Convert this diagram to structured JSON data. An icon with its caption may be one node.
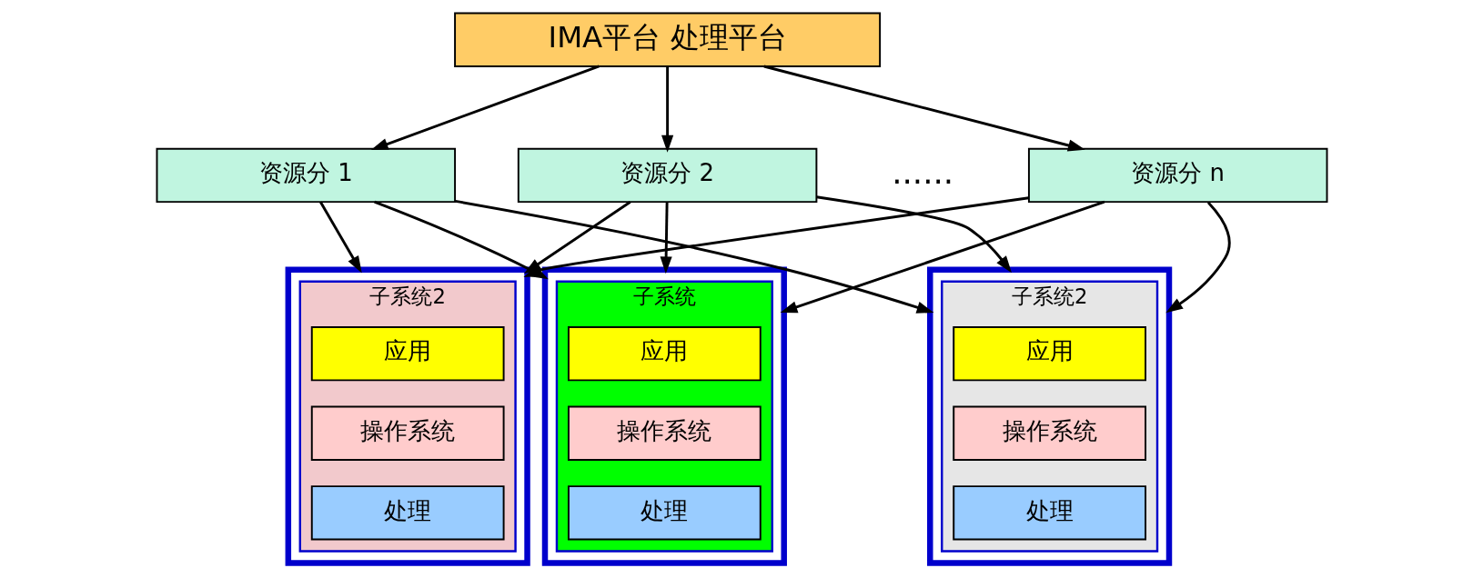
{
  "diagram": {
    "nodes": [
      {
        "text": [
          "IMA平台 处理平台"
        ]
      },
      {
        "text": [
          "资源分 1"
        ]
      },
      {
        "text": [
          "资源分 2"
        ]
      },
      {
        "text": [
          "资源分 n"
        ]
      },
      {
        "text": [],
        "shape": "box"
      },
      {
        "text": [
          "子系统2"
        ],
        "in": 4
      },
      {
        "text": [
          "应用"
        ],
        "in": 5
      },
      {
        "text": [
          "操作系统"
        ],
        "in": 5
      },
      {
        "text": [
          "处理"
        ],
        "in": 5
      },
      {
        "text": [],
        "shape": "box"
      },
      {
        "text": [
          "子系统2"
        ],
        "in": 9
      },
      {
        "text": [
          "应用"
        ],
        "in": 10
      },
      {
        "text": [
          "操作系统"
        ],
        "in": 10
      },
      {
        "text": [
          "处理"
        ],
        "in": 10
      },
      {
        "text": [],
        "shape": "box"
      },
      {
        "text": [
          "子系统"
        ],
        "in": 14
      },
      {
        "text": [
          "应用"
        ],
        "in": 15
      },
      {
        "text": [
          "操作系统"
        ],
        "in": 15
      },
      {
        "text": [
          "处理"
        ],
        "in": 15
      }
    ],
    "edges": [
      {
        "from": 0,
        "to": 1,
        "arrow": "to"
      },
      {
        "from": 0,
        "to": 2,
        "arrow": "to"
      },
      {
        "from": 0,
        "to": 3,
        "arrow": "to"
      },
      {
        "from": 1,
        "to": 4,
        "arrow": "to"
      },
      {
        "from": 1,
        "to": 9,
        "arrow": "to"
      },
      {
        "from": 1,
        "to": 14,
        "arrow": "to"
      },
      {
        "from": 2,
        "to": 4,
        "arrow": "to"
      },
      {
        "from": 2,
        "to": 9,
        "arrow": "to"
      },
      {
        "from": 2,
        "to": 14,
        "arrow": "to"
      },
      {
        "from": 3,
        "to": 4,
        "arrow": "to"
      },
      {
        "from": 3,
        "to": 9,
        "arrow": "to"
      },
      {
        "from": 3,
        "to": 14,
        "arrow": "to"
      }
    ],
    "labels": [
      "......"
    ]
  }
}
